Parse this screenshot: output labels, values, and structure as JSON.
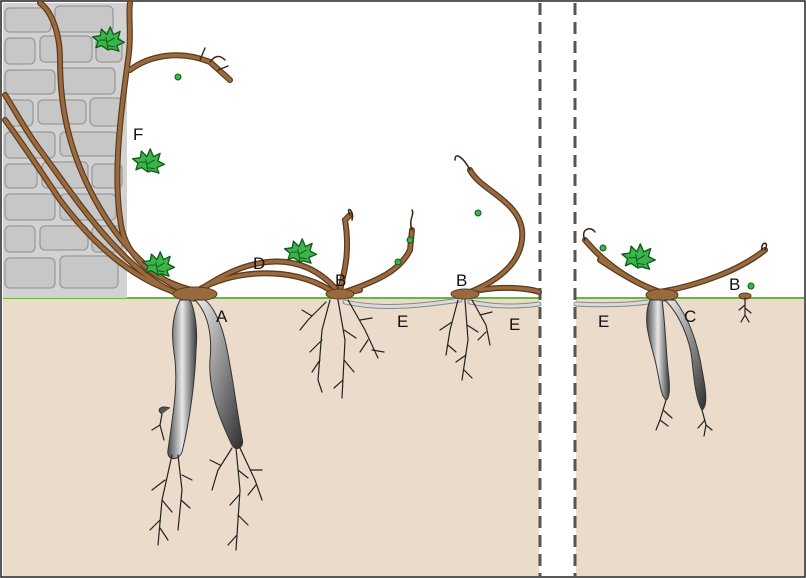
{
  "labels": {
    "A": "A",
    "B": "B",
    "C": "C",
    "D": "D",
    "E": "E",
    "F": "F"
  },
  "colors": {
    "soil": "#eadbca",
    "ground_line": "#6db33f",
    "stem": "#9a6a3f",
    "stem_dark": "#5b3a1e",
    "leaf": "#39b54a",
    "leaf_dark": "#0f5b1a",
    "wall": "#cfcfcf",
    "wall_dark": "#9a9a9a",
    "separator": "#555555"
  },
  "icons": [
    "stone-wall-icon",
    "leaf-icon",
    "tuber-icon",
    "root-icon"
  ]
}
